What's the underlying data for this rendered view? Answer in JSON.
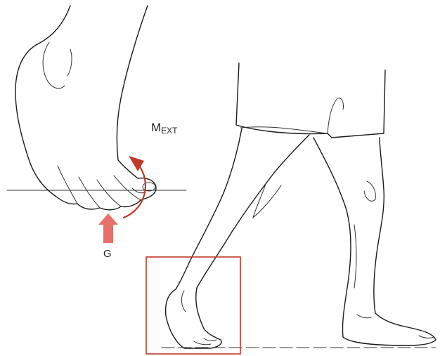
{
  "labels": {
    "moment": {
      "main": "M",
      "sub": "EXT"
    },
    "ground_force": "G"
  },
  "colors": {
    "accent_red": "#d9534f",
    "arrow_fill": "#e8706a",
    "line": "#1a1a1a",
    "background": "#ffffff"
  },
  "icons": {
    "moment_arrow": "curved-arrow-icon",
    "force_arrow": "up-arrow-icon"
  }
}
